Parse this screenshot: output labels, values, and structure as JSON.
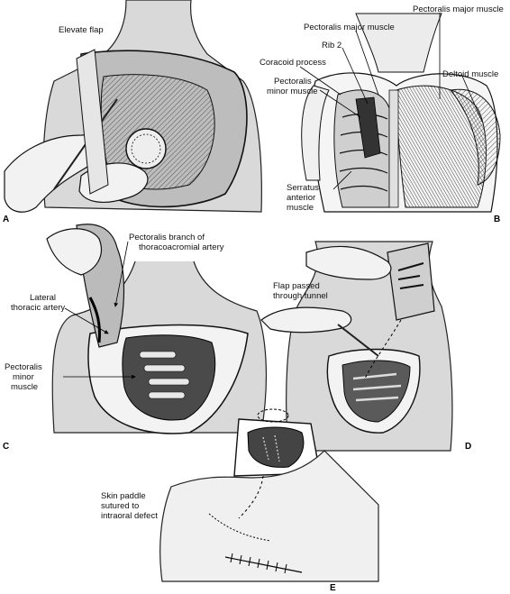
{
  "panels": {
    "A": {
      "letter": "A",
      "labels": {
        "elevate": "Elevate flap"
      }
    },
    "B": {
      "letter": "B",
      "labels": {
        "pec_major_1": "Pectoralis major muscle",
        "pec_major_2": "Pectoralis major muscle",
        "rib2": "Rib 2",
        "coracoid": "Coracoid process",
        "pec_minor_1": "Pectoralis",
        "pec_minor_2": "minor muscle",
        "deltoid": "Deltoid muscle",
        "serratus_1": "Serratus",
        "serratus_2": "anterior",
        "serratus_3": "muscle"
      }
    },
    "C": {
      "letter": "C",
      "labels": {
        "branch_1": "Pectoralis branch of",
        "branch_2": "thoracoacromial artery",
        "lateral_1": "Lateral",
        "lateral_2": "thoracic artery",
        "pmin_1": "Pectoralis",
        "pmin_2": "minor",
        "pmin_3": "muscle"
      }
    },
    "D": {
      "letter": "D",
      "labels": {
        "flap_1": "Flap passed",
        "flap_2": "through tunnel"
      }
    },
    "E": {
      "letter": "E",
      "labels": {
        "skin_1": "Skin paddle",
        "skin_2": "sutured to",
        "skin_3": "intraoral defect"
      }
    }
  }
}
